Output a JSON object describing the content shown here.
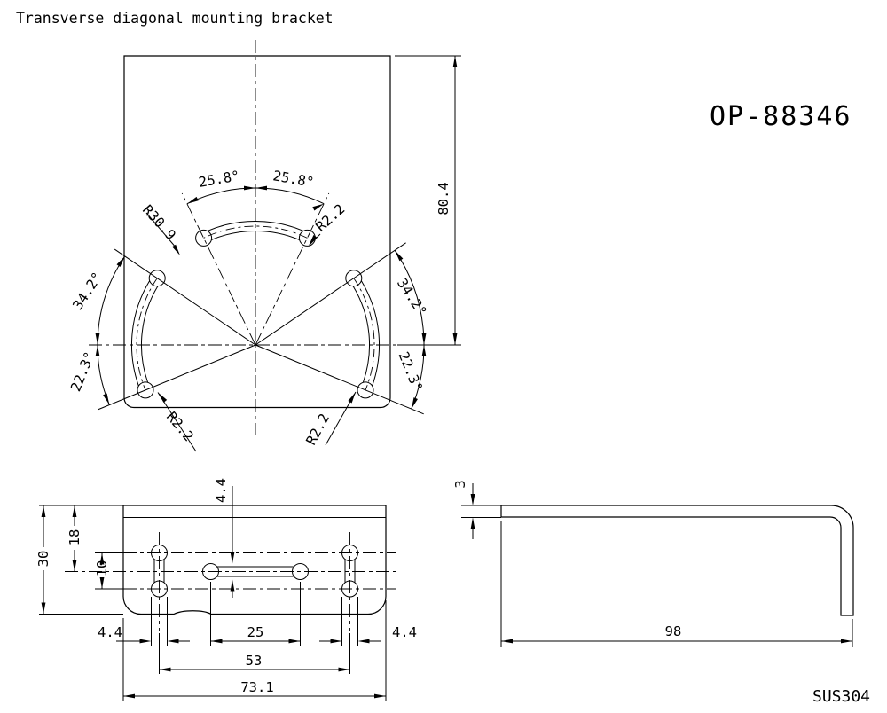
{
  "title": "Transverse diagonal mounting bracket",
  "part_number": "OP-88346",
  "material": "SUS304",
  "top_view": {
    "angle_left": "25.8°",
    "angle_right": "25.8°",
    "angle_upper_left": "34.2°",
    "angle_lower_left": "22.3°",
    "angle_upper_right": "34.2°",
    "angle_lower_right": "22.3°",
    "slot_arc_radius": "R30.9",
    "slot_end_radius_top": "R2.2",
    "slot_end_radius_bottom_left": "R2.2",
    "slot_end_radius_bottom_right": "R2.2",
    "edge_to_center": "80.4"
  },
  "front_view": {
    "overall_height": "30",
    "top_to_slot_center": "18",
    "hole_center_span": "10",
    "slot_width_top": "4.4",
    "slot_width_left": "4.4",
    "center_slot_length": "25",
    "slot_width_right": "4.4",
    "slot_spacing": "53",
    "overall_width": "73.1"
  },
  "side_view": {
    "thickness": "3",
    "depth": "98"
  }
}
